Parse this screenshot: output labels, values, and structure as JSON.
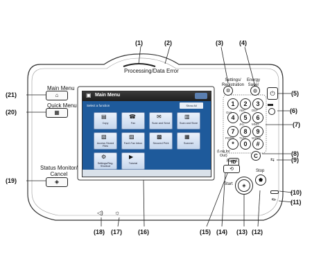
{
  "top_labels": {
    "processing": "Processing/Data",
    "error": "Error"
  },
  "callouts": [
    "(1)",
    "(2)",
    "(3)",
    "(4)",
    "(5)",
    "(6)",
    "(7)",
    "(8)",
    "(9)",
    "(10)",
    "(11)",
    "(12)",
    "(13)",
    "(14)",
    "(15)",
    "(16)",
    "(17)",
    "(18)",
    "(19)",
    "(20)",
    "(21)"
  ],
  "left_buttons": {
    "main_menu": "Main Menu",
    "quick_menu": "Quick Menu",
    "status_monitor": "Status Monitor/\nCancel"
  },
  "right_labels": {
    "settings": "Settings/\nRegistration",
    "energy": "Energy\nSaver",
    "reset": "Reset",
    "stop": "Stop",
    "start": "Start",
    "log_in_out": "(Log In/\nOut)"
  },
  "keypad": {
    "keys": [
      "1",
      "2",
      "3",
      "4",
      "5",
      "6",
      "7",
      "8",
      "9",
      "*",
      "0",
      "#"
    ],
    "subs": [
      "",
      "ABC",
      "DEF",
      "GHI",
      "JKL",
      "MNO",
      "PQRS",
      "TUV",
      "WXYZ",
      "",
      "",
      ""
    ],
    "id_key": "ID",
    "clear_key": "C"
  },
  "screen": {
    "title": "Main Menu",
    "subtitle": "Select a function",
    "show_all": "Show All",
    "functions": [
      "Copy",
      "Fax",
      "Scan and Send",
      "Scan and Store",
      "Access Stored Files",
      "Fax/I-Fax Inbox",
      "Secured Print",
      "Scanner",
      "Settings/Reg. Shortcut",
      "Tutorial"
    ]
  },
  "colors": {
    "screen_blue": "#1e5a9b",
    "panel_outline": "#333333"
  }
}
